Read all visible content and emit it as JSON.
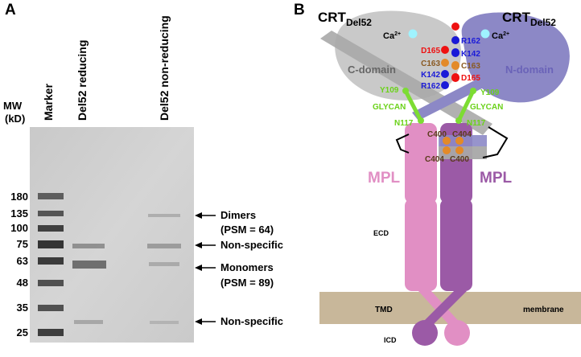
{
  "panel_a": {
    "letter": "A",
    "mw_label_1": "MW",
    "mw_label_2": "(kD)",
    "lane_labels": [
      "Marker",
      "Del52 reducing",
      "Del52 non-reducing"
    ],
    "mw_ticks": [
      "180",
      "135",
      "100",
      "75",
      "63",
      "48",
      "35",
      "25"
    ],
    "annotations": {
      "dimers": "Dimers",
      "dimers_psm": "(PSM = 64)",
      "nonspecific_1": "Non-specific",
      "monomers": "Monomers",
      "monomers_psm": "(PSM = 89)",
      "nonspecific_2": "Non-specific"
    }
  },
  "panel_b": {
    "letter": "B",
    "crt_left": "CRT",
    "crt_left_sub": "Del52",
    "crt_right": "CRT",
    "crt_right_sub": "Del52",
    "ca_left": "Ca",
    "ca_right": "Ca",
    "ca_sup": "2+",
    "c_domain": "C-domain",
    "n_domain": "N-domain",
    "left_residues": [
      "D165",
      "C163",
      "K142",
      "R162"
    ],
    "right_residues": [
      "R162",
      "K142",
      "C163",
      "D165"
    ],
    "y109_left": "Y109",
    "y109_right": "Y109",
    "glycan_left": "GLYCAN",
    "glycan_right": "GLYCAN",
    "n117_left": "N117",
    "n117_right": "N117",
    "cys_top_left": "C400",
    "cys_top_right": "C404",
    "cys_bottom_left": "C404",
    "cys_bottom_right": "C400",
    "mpl_left": "MPL",
    "mpl_right": "MPL",
    "ecd": "ECD",
    "tmd": "TMD",
    "membrane": "membrane",
    "icd": "ICD"
  },
  "colors": {
    "mpl_pink": "#e18fc4",
    "mpl_purple": "#9b5aa6",
    "c_domain_gray": "#c9c9c9",
    "n_domain_blue": "#8c88c6",
    "glycan_green": "#7ddc33",
    "membrane_tan": "#c8b79a",
    "ca_cyan": "#9ff3ff",
    "residue_red": "#ee1111",
    "residue_blue": "#1a1ad8",
    "residue_orange": "#e38a28",
    "gel_bg": "#d0d0d0"
  }
}
